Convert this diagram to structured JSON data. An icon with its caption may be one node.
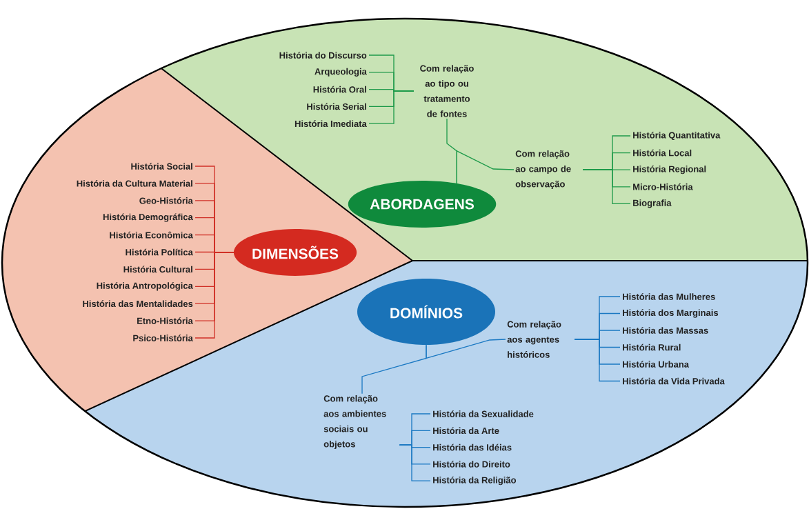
{
  "diagram": {
    "nodes": [
      {
        "text": [
          "ABORDAGENS"
        ]
      },
      {
        "text": [
          "Com relação ao tipo ou tratamento de fontes"
        ]
      },
      {
        "text": [
          "História do Discurso"
        ]
      },
      {
        "text": [
          "Arqueologia"
        ]
      },
      {
        "text": [
          "História Oral"
        ]
      },
      {
        "text": [
          "História Serial"
        ]
      },
      {
        "text": [
          "História Imediata"
        ]
      },
      {
        "text": [
          "Com relação ao campo de observação"
        ]
      },
      {
        "text": [
          "História Quantitativa"
        ]
      },
      {
        "text": [
          "História Local"
        ]
      },
      {
        "text": [
          "História Regional"
        ]
      },
      {
        "text": [
          "Micro-História"
        ]
      },
      {
        "text": [
          "Biografia"
        ]
      },
      {
        "text": [
          "DIMENSÕES"
        ]
      },
      {
        "text": [
          "História Social"
        ]
      },
      {
        "text": [
          "História da Cultura Material"
        ]
      },
      {
        "text": [
          "Geo-História"
        ]
      },
      {
        "text": [
          "História Demográfica"
        ]
      },
      {
        "text": [
          "História Econômica"
        ]
      },
      {
        "text": [
          "História Política"
        ]
      },
      {
        "text": [
          "História Cultural"
        ]
      },
      {
        "text": [
          "História Antropológica"
        ]
      },
      {
        "text": [
          "História das Mentalidades"
        ]
      },
      {
        "text": [
          "Etno-História"
        ]
      },
      {
        "text": [
          "Psico-História"
        ]
      },
      {
        "text": [
          "DOMÍNIOS"
        ]
      },
      {
        "text": [
          "Com relação aos agentes históricos"
        ]
      },
      {
        "text": [
          "História das Mulheres"
        ]
      },
      {
        "text": [
          "História dos Marginais"
        ]
      },
      {
        "text": [
          "História das Massas"
        ]
      },
      {
        "text": [
          "História Rural"
        ]
      },
      {
        "text": [
          "História Urbana"
        ]
      },
      {
        "text": [
          "História da Vida Privada"
        ]
      },
      {
        "text": [
          "Com relação aos ambientes sociais ou objetos"
        ]
      },
      {
        "text": [
          "História da Sexualidade"
        ]
      },
      {
        "text": [
          "História da Arte"
        ]
      },
      {
        "text": [
          "História das Idéias"
        ]
      },
      {
        "text": [
          "História do Direito"
        ]
      },
      {
        "text": [
          "História da Religião"
        ]
      }
    ],
    "edges": [
      {
        "from": 0,
        "to": 1,
        "arrow": "none",
        "color": "#1e9a4a"
      },
      {
        "from": 0,
        "to": 7,
        "arrow": "none",
        "color": "#1e9a4a"
      },
      {
        "from": 1,
        "to": 2,
        "arrow": "none",
        "color": "#1e9a4a"
      },
      {
        "from": 1,
        "to": 3,
        "arrow": "none",
        "color": "#1e9a4a"
      },
      {
        "from": 1,
        "to": 4,
        "arrow": "none",
        "color": "#1e9a4a"
      },
      {
        "from": 1,
        "to": 5,
        "arrow": "none",
        "color": "#1e9a4a"
      },
      {
        "from": 1,
        "to": 6,
        "arrow": "none",
        "color": "#1e9a4a"
      },
      {
        "from": 7,
        "to": 8,
        "arrow": "none",
        "color": "#1e9a4a"
      },
      {
        "from": 7,
        "to": 9,
        "arrow": "none",
        "color": "#1e9a4a"
      },
      {
        "from": 7,
        "to": 10,
        "arrow": "none",
        "color": "#1e9a4a"
      },
      {
        "from": 7,
        "to": 11,
        "arrow": "none",
        "color": "#1e9a4a"
      },
      {
        "from": 7,
        "to": 12,
        "arrow": "none",
        "color": "#1e9a4a"
      },
      {
        "from": 13,
        "to": 14,
        "arrow": "none",
        "color": "#d03027"
      },
      {
        "from": 13,
        "to": 15,
        "arrow": "none",
        "color": "#d03027"
      },
      {
        "from": 13,
        "to": 16,
        "arrow": "none",
        "color": "#d03027"
      },
      {
        "from": 13,
        "to": 17,
        "arrow": "none",
        "color": "#d03027"
      },
      {
        "from": 13,
        "to": 18,
        "arrow": "none",
        "color": "#d03027"
      },
      {
        "from": 13,
        "to": 19,
        "arrow": "none",
        "color": "#d03027"
      },
      {
        "from": 13,
        "to": 20,
        "arrow": "none",
        "color": "#d03027"
      },
      {
        "from": 13,
        "to": 21,
        "arrow": "none",
        "color": "#d03027"
      },
      {
        "from": 13,
        "to": 22,
        "arrow": "none",
        "color": "#d03027"
      },
      {
        "from": 13,
        "to": 23,
        "arrow": "none",
        "color": "#d03027"
      },
      {
        "from": 13,
        "to": 24,
        "arrow": "none",
        "color": "#d03027"
      },
      {
        "from": 25,
        "to": 26,
        "arrow": "none",
        "color": "#1a78c2"
      },
      {
        "from": 25,
        "to": 33,
        "arrow": "none",
        "color": "#1a78c2"
      },
      {
        "from": 26,
        "to": 27,
        "arrow": "none",
        "color": "#1a78c2"
      },
      {
        "from": 26,
        "to": 28,
        "arrow": "none",
        "color": "#1a78c2"
      },
      {
        "from": 26,
        "to": 29,
        "arrow": "none",
        "color": "#1a78c2"
      },
      {
        "from": 26,
        "to": 30,
        "arrow": "none",
        "color": "#1a78c2"
      },
      {
        "from": 26,
        "to": 31,
        "arrow": "none",
        "color": "#1a78c2"
      },
      {
        "from": 26,
        "to": 32,
        "arrow": "none",
        "color": "#1a78c2"
      },
      {
        "from": 33,
        "to": 34,
        "arrow": "none",
        "color": "#1a78c2"
      },
      {
        "from": 33,
        "to": 35,
        "arrow": "none",
        "color": "#1a78c2"
      },
      {
        "from": 33,
        "to": 36,
        "arrow": "none",
        "color": "#1a78c2"
      },
      {
        "from": 33,
        "to": 37,
        "arrow": "none",
        "color": "#1a78c2"
      },
      {
        "from": 33,
        "to": 38,
        "arrow": "none",
        "color": "#1a78c2"
      }
    ]
  }
}
